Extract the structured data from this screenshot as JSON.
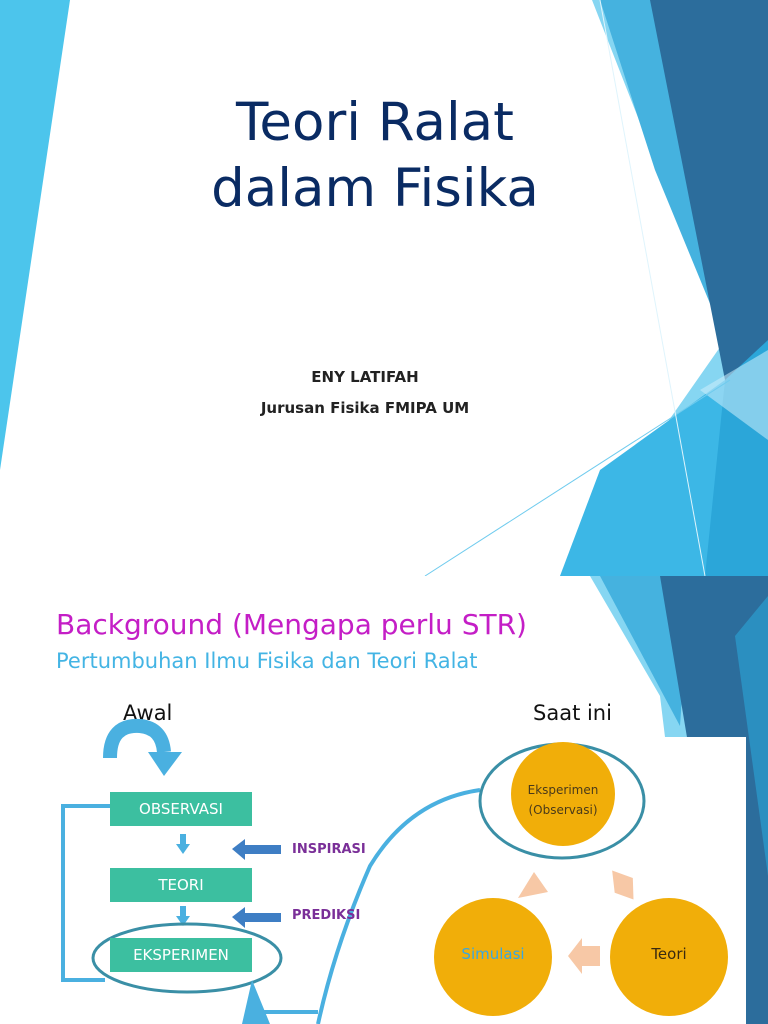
{
  "slide1": {
    "title_line1": "Teori Ralat",
    "title_line2": "dalam Fisika",
    "author": "ENY LATIFAH",
    "affiliation": "Jurusan Fisika FMIPA UM"
  },
  "slide2": {
    "title": "Background (Mengapa perlu STR)",
    "subtitle": "Pertumbuhan Ilmu Fisika dan Teori Ralat",
    "left_label": "Awal",
    "right_label": "Saat ini",
    "boxes": [
      "OBSERVASI",
      "TEORI",
      "EKSPERIMEN"
    ],
    "notes": [
      "INSPIRASI",
      "PREDIKSI"
    ],
    "circles": {
      "top_line1": "Eksperimen",
      "top_line2": "(Observasi)",
      "left": "Simulasi",
      "right": "Teori"
    }
  },
  "colors": {
    "title_navy": "#0a2b63",
    "heading_magenta": "#c41ec6",
    "subheading_blue": "#43b4e4",
    "box_teal": "#3cbfa0",
    "note_purple": "#7a2f98",
    "circle_orange": "#f1ae09",
    "ring_teal": "#3a8fa6",
    "accent_light_blue": "#7fd2ef",
    "accent_dark_blue": "#2c6d9c"
  }
}
